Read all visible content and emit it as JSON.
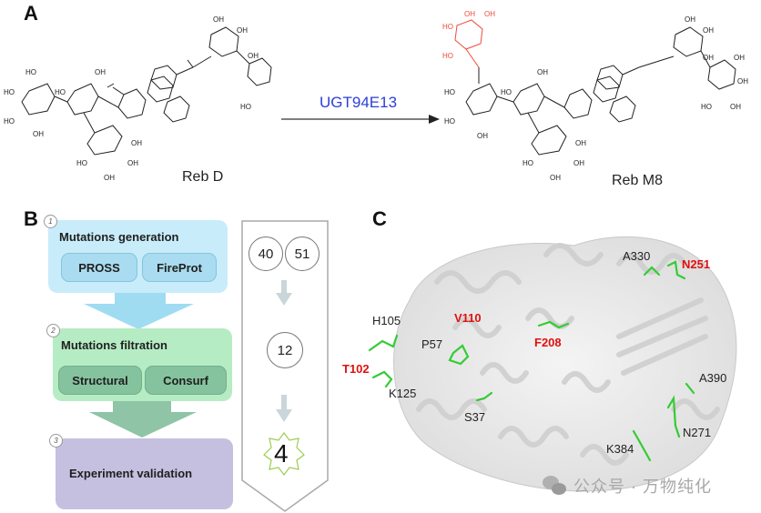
{
  "panels": {
    "a": {
      "letter": "A",
      "substrate": "Reb D",
      "product": "Reb M8",
      "enzyme": "UGT94E13",
      "hydroxyl": "OH",
      "hydroxyl_left": "HO",
      "added_glucose_color": "#f04a3a"
    },
    "b": {
      "letter": "B",
      "steps": [
        {
          "number": "1",
          "title": "Mutations generation",
          "tools": [
            "PROSS",
            "FireProt"
          ],
          "color": "#c8ecfa",
          "pill_color": "#a9dcf0"
        },
        {
          "number": "2",
          "title": "Mutations filtration",
          "tools": [
            "Structural",
            "Consurf"
          ],
          "color": "#b6ecc4",
          "pill_color": "#85c39f"
        },
        {
          "number": "3",
          "title": "Experiment validation",
          "tools": [],
          "color": "#c5c0e0",
          "pill_color": ""
        }
      ],
      "funnel_counts": {
        "first": [
          "40",
          "51"
        ],
        "second": "12",
        "final": "4"
      },
      "arrow_colors": [
        "#9fdcf2",
        "#8fc4a6"
      ]
    },
    "c": {
      "letter": "C",
      "residues": [
        {
          "label": "H105",
          "highlight": false
        },
        {
          "label": "T102",
          "highlight": true
        },
        {
          "label": "K125",
          "highlight": false
        },
        {
          "label": "V110",
          "highlight": true
        },
        {
          "label": "P57",
          "highlight": false
        },
        {
          "label": "S37",
          "highlight": false
        },
        {
          "label": "F208",
          "highlight": true
        },
        {
          "label": "A330",
          "highlight": false
        },
        {
          "label": "N251",
          "highlight": true
        },
        {
          "label": "A390",
          "highlight": false
        },
        {
          "label": "N271",
          "highlight": false
        },
        {
          "label": "K384",
          "highlight": false
        }
      ],
      "highlight_color": "#e01010"
    }
  },
  "watermark": "公众号 · 万物纯化"
}
